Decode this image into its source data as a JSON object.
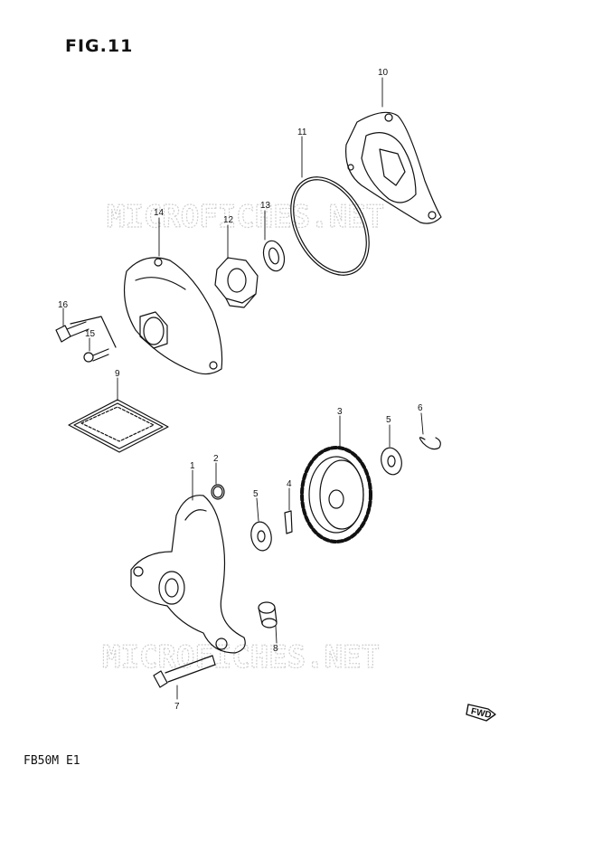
{
  "figure": {
    "title": "FIG.11",
    "model_code": "FB50M E1"
  },
  "watermark": {
    "text": "MICROFICHES.NET"
  },
  "fwd_label": "FWD",
  "callouts": [
    {
      "id": "c1",
      "label": "1"
    },
    {
      "id": "c2",
      "label": "2"
    },
    {
      "id": "c3",
      "label": "3"
    },
    {
      "id": "c4",
      "label": "4"
    },
    {
      "id": "c5a",
      "label": "5"
    },
    {
      "id": "c5b",
      "label": "5"
    },
    {
      "id": "c6",
      "label": "6"
    },
    {
      "id": "c7",
      "label": "7"
    },
    {
      "id": "c8",
      "label": "8"
    },
    {
      "id": "c9",
      "label": "9"
    },
    {
      "id": "c10",
      "label": "10"
    },
    {
      "id": "c11",
      "label": "11"
    },
    {
      "id": "c12",
      "label": "12"
    },
    {
      "id": "c13",
      "label": "13"
    },
    {
      "id": "c14",
      "label": "14"
    },
    {
      "id": "c15",
      "label": "15"
    },
    {
      "id": "c16",
      "label": "16"
    }
  ],
  "colors": {
    "ink": "#111111",
    "watermark": "#c8c8c8"
  }
}
